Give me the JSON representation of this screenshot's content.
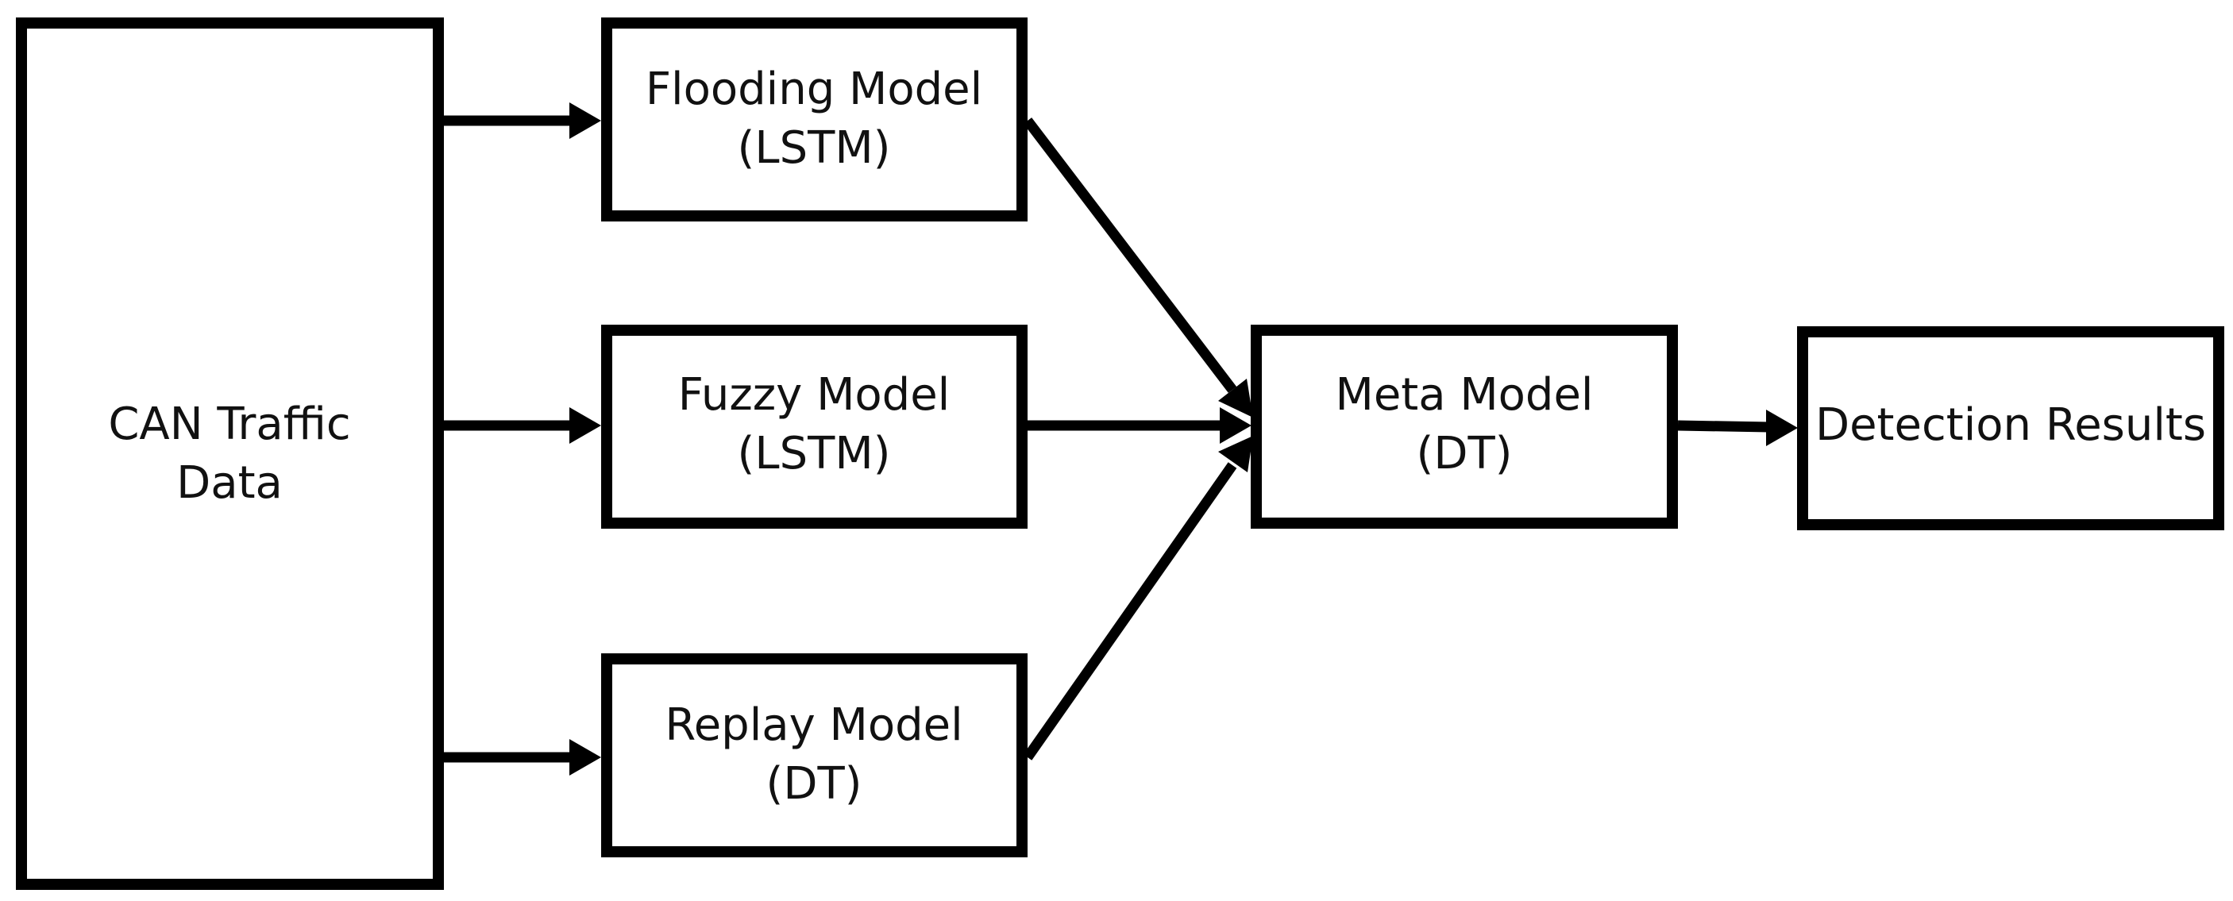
{
  "colors": {
    "stroke": "#000000",
    "text": "#111111",
    "background": "#ffffff"
  },
  "nodes": {
    "can_traffic": {
      "line1": "CAN Traffic",
      "line2": "Data"
    },
    "flooding": {
      "line1": "Flooding Model",
      "line2": "(LSTM)"
    },
    "fuzzy": {
      "line1": "Fuzzy Model",
      "line2": "(LSTM)"
    },
    "replay": {
      "line1": "Replay Model",
      "line2": "(DT)"
    },
    "meta": {
      "line1": "Meta Model",
      "line2": "(DT)"
    },
    "results": {
      "line1": "Detection Results"
    }
  },
  "edges": [
    {
      "from": "can_traffic",
      "to": "flooding"
    },
    {
      "from": "can_traffic",
      "to": "fuzzy"
    },
    {
      "from": "can_traffic",
      "to": "replay"
    },
    {
      "from": "flooding",
      "to": "meta"
    },
    {
      "from": "fuzzy",
      "to": "meta"
    },
    {
      "from": "replay",
      "to": "meta"
    },
    {
      "from": "meta",
      "to": "results"
    }
  ]
}
